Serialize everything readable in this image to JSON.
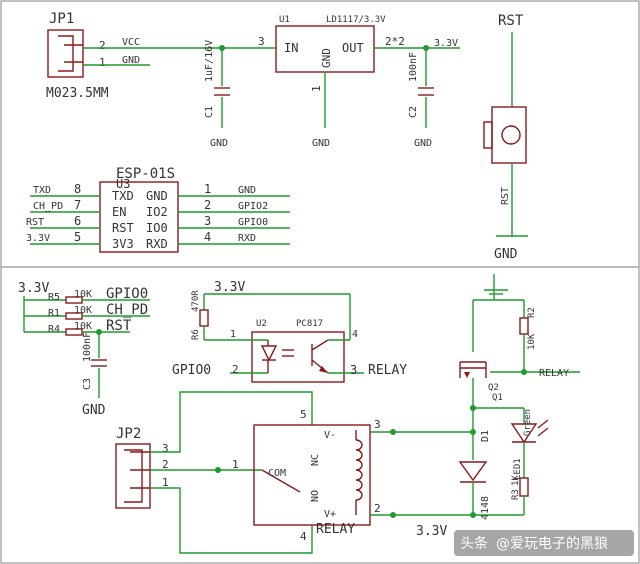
{
  "colors": {
    "wire": "#1f9a2e",
    "part": "#8b1a1a",
    "frame": "#9a9a9a",
    "text": "#333333"
  },
  "top": {
    "jp1": {
      "name": "JP1",
      "value": "M023.5MM",
      "pin2": "2",
      "pin1": "1",
      "net2": "VCC",
      "net1": "GND"
    },
    "c1": {
      "name": "C1",
      "value": "1uF/16V",
      "gnd": "GND"
    },
    "u1": {
      "name": "U1",
      "value": "LD1117/3.3V",
      "in_label": "IN",
      "out_label": "OUT",
      "gnd_label": "GND",
      "pin_in": "3",
      "pin_out": "2*2",
      "pin_gnd": "1",
      "gnd": "GND"
    },
    "net_33": "3.3V",
    "c2": {
      "name": "C2",
      "value": "100nF",
      "gnd": "GND"
    },
    "rst": {
      "title": "RST",
      "net": "RST",
      "gnd": "GND"
    },
    "esp": {
      "name": "ESP-01S",
      "ref": "U3",
      "left_pins": [
        {
          "net": "TXD",
          "num": "8",
          "label": "TXD"
        },
        {
          "net": "CH_PD",
          "num": "7",
          "label": "EN"
        },
        {
          "net": "RST",
          "num": "6",
          "label": "RST"
        },
        {
          "net": "3.3V",
          "num": "5",
          "label": "3V3"
        }
      ],
      "right_pins": [
        {
          "net": "GND",
          "num": "1",
          "label": "GND"
        },
        {
          "net": "GPIO2",
          "num": "2",
          "label": "IO2"
        },
        {
          "net": "GPIO0",
          "num": "3",
          "label": "IO0"
        },
        {
          "net": "RXD",
          "num": "4",
          "label": "RXD"
        }
      ]
    }
  },
  "bottom": {
    "pullups": {
      "net_33": "3.3V",
      "r5": "R5",
      "r1": "R1",
      "r4": "R4",
      "value": "10K",
      "gpio0": "GPIO0",
      "ch_pd": "CH_PD",
      "rst": "RST",
      "c3": {
        "name": "C3",
        "value": "100nF",
        "gnd": "GND"
      }
    },
    "opto": {
      "net_33": "3.3V",
      "r6": {
        "name": "R6",
        "value": "470R"
      },
      "ref": "U2",
      "part": "PC817",
      "pin1": "1",
      "pin2": "2",
      "pin3": "3",
      "pin4": "4",
      "gpio0": "GPIO0",
      "relay": "RELAY"
    },
    "driver": {
      "r2": {
        "name": "R2",
        "value": "10K"
      },
      "relay_net": "RELAY",
      "q1": {
        "name": "Q1",
        "part": "Q2"
      },
      "d1": {
        "name": "D1",
        "value": "4148"
      },
      "led": {
        "name": "LED1",
        "value": "Green"
      },
      "r3": {
        "name": "R3",
        "value": "1K"
      }
    },
    "jp2": {
      "name": "JP2",
      "pin3": "3",
      "pin2": "2",
      "pin1": "1"
    },
    "relay": {
      "name": "RELAY",
      "com": "COM",
      "nc": "NC",
      "no": "NO",
      "v_minus": "V-",
      "v_plus": "V+",
      "pin1": "1",
      "pin2": "2",
      "pin3": "3",
      "pin4": "4",
      "pin5": "5"
    },
    "net_33": "3.3V"
  },
  "watermark": {
    "prefix": "头条",
    "handle": "@爱玩电子的黑狼"
  }
}
